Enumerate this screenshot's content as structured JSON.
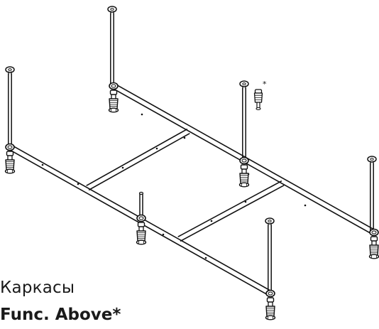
{
  "product": {
    "category": "Каркасы",
    "model": "Func. Above*",
    "note_mark": "*"
  },
  "icons": {
    "frame": "bathtub-frame-illustration",
    "spare_foot": "adjustable-foot-icon"
  }
}
